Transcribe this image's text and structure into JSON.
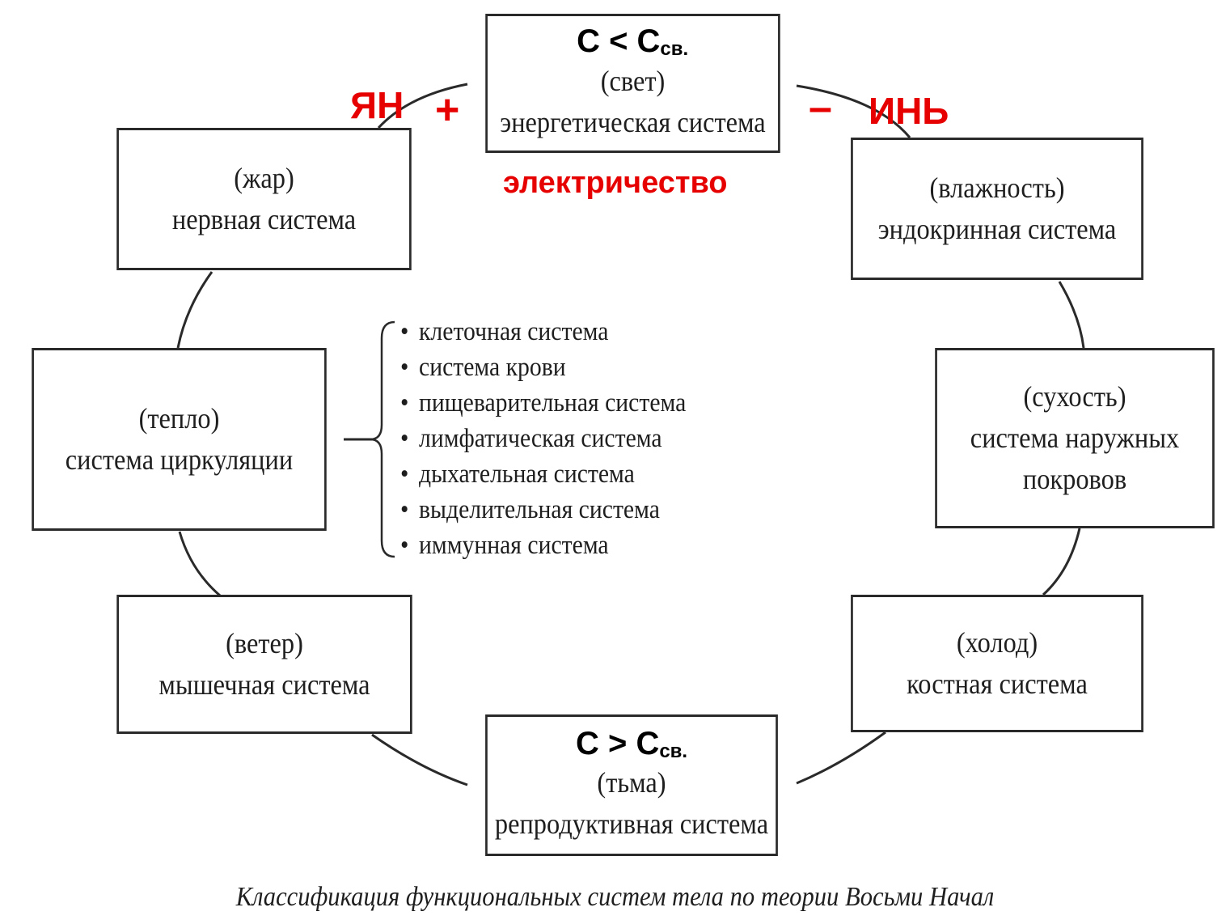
{
  "diagram": {
    "top_box": {
      "condition": {
        "base": "C < C",
        "sub": "св."
      },
      "element": "(свет)",
      "system": "энергетическая система"
    },
    "nervous": {
      "element": "(жар)",
      "system": "нервная система"
    },
    "endocrine": {
      "element": "(влажность)",
      "system": "эндокринная система"
    },
    "circulation": {
      "element": "(тепло)",
      "system": "система циркуляции"
    },
    "integument": {
      "element": "(сухость)",
      "system_line1": "система наружных",
      "system_line2": "покровов"
    },
    "muscular": {
      "element": "(ветер)",
      "system": "мышечная система"
    },
    "skeletal": {
      "element": "(холод)",
      "system": "костная система"
    },
    "bottom_box": {
      "condition": {
        "base": "C > C",
        "sub": "св."
      },
      "element": "(тьма)",
      "system": "репродуктивная система"
    },
    "circulation_subsystems": [
      "клеточная система",
      "система крови",
      "пищеварительная система",
      "лимфатическая система",
      "дыхательная система",
      "выделительная система",
      "иммунная система"
    ],
    "annotations": {
      "yang": "ЯН",
      "plus": "+",
      "minus": "–",
      "yin": "ИНЬ",
      "electricity": "электричество"
    },
    "caption": "Классификация функциональных систем тела по теории Восьми Начал",
    "colors": {
      "annotation": "#e60000",
      "line": "#2a2a2a"
    }
  }
}
